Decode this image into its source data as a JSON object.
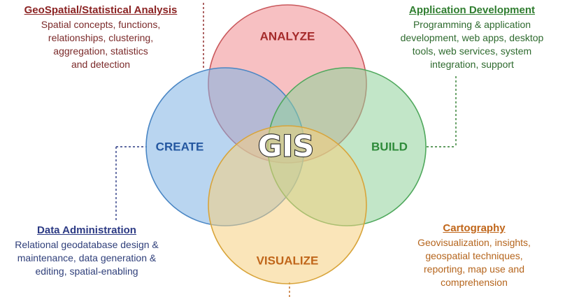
{
  "center": {
    "label": "GIS"
  },
  "circles": {
    "analyze": {
      "label": "ANALYZE",
      "fill": "#f08c8f",
      "stroke": "#c9585c",
      "text_color": "#a52a2a"
    },
    "create": {
      "label": "CREATE",
      "fill": "#7fb3e3",
      "stroke": "#4a86c4",
      "text_color": "#2457a0"
    },
    "build": {
      "label": "BUILD",
      "fill": "#8fd19a",
      "stroke": "#4fa85c",
      "text_color": "#2e8b3a"
    },
    "visualize": {
      "label": "VISUALIZE",
      "fill": "#f6cf7f",
      "stroke": "#d8a43a",
      "text_color": "#c0661a"
    }
  },
  "callouts": {
    "geo": {
      "heading": "GeoSpatial/Statistical Analysis",
      "lines": [
        "Spatial concepts,  functions,",
        "relationships, clustering,",
        "aggregation, statistics",
        "and detection"
      ]
    },
    "app": {
      "heading": "Application Development",
      "lines": [
        "Programming & application",
        "development, web apps, desktop",
        "tools, web services, system",
        "integration, support"
      ]
    },
    "data": {
      "heading": "Data Administration",
      "lines": [
        "Relational geodatabase design &",
        "maintenance, data generation &",
        "editing, spatial-enabling"
      ]
    },
    "carto": {
      "heading": "Cartography",
      "lines": [
        "Geovisualization, insights,",
        "geospatial techniques,",
        "reporting, map use and",
        "comprehension"
      ]
    }
  },
  "connector_colors": {
    "geo": "#8b2323",
    "app": "#2f7d2f",
    "data": "#2c3a84",
    "carto": "#c0661a"
  }
}
